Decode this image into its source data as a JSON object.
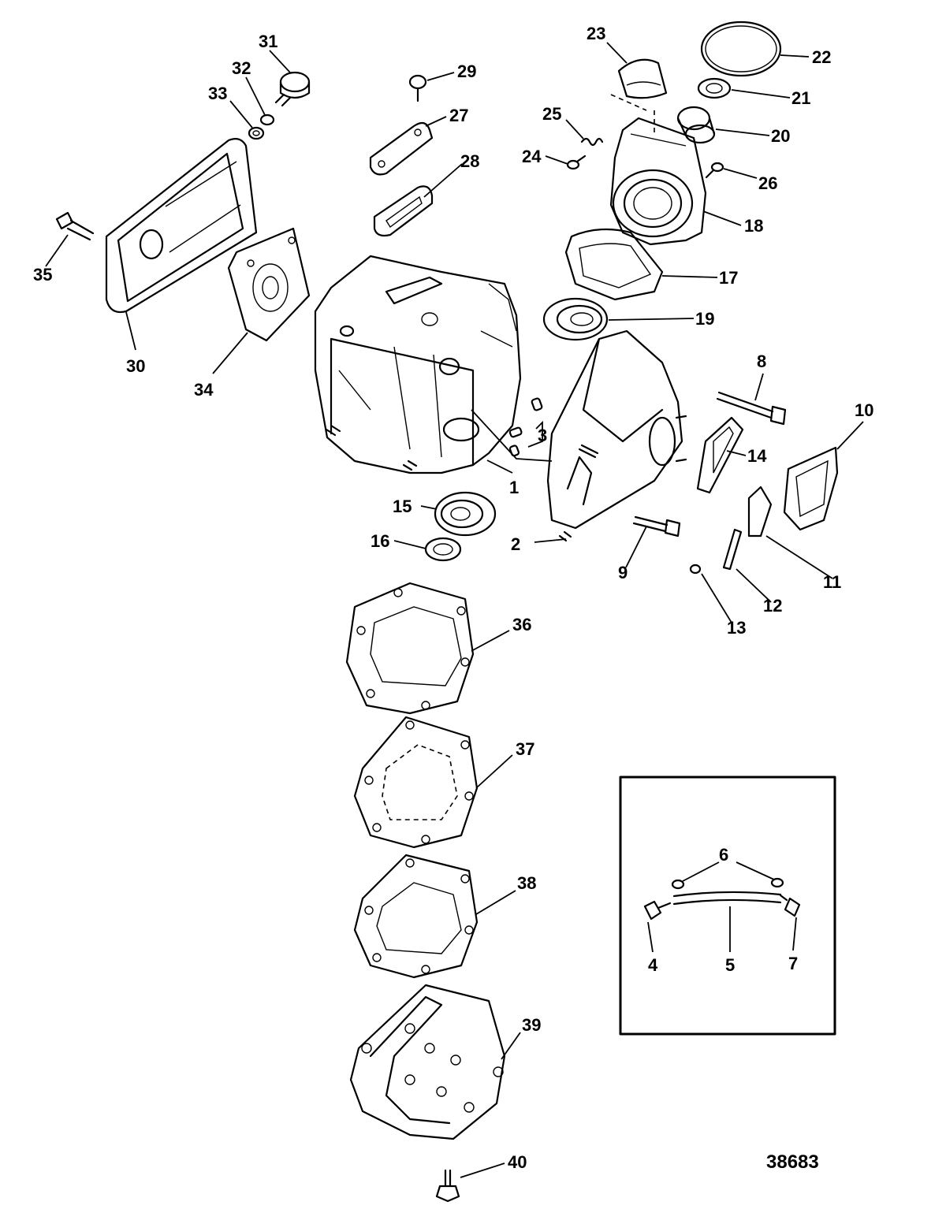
{
  "figure_number": "38683",
  "callouts": [
    "1",
    "2",
    "3",
    "4",
    "5",
    "6",
    "7",
    "8",
    "9",
    "10",
    "11",
    "12",
    "13",
    "14",
    "15",
    "16",
    "17",
    "18",
    "19",
    "20",
    "21",
    "22",
    "23",
    "24",
    "25",
    "26",
    "27",
    "28",
    "29",
    "30",
    "31",
    "32",
    "33",
    "34",
    "35",
    "36",
    "37",
    "38",
    "39",
    "40"
  ]
}
